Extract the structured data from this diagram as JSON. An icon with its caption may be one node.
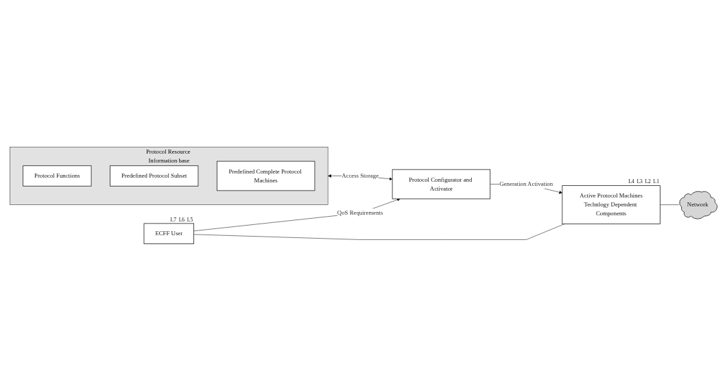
{
  "diagram": {
    "nodes": [
      {
        "text": [
          "Protocol Resource Information base"
        ]
      },
      {
        "text": [
          "Protocol Functions"
        ],
        "in": 0
      },
      {
        "text": [
          "Predefined Protocol Subset"
        ],
        "in": 0
      },
      {
        "text": [
          "Predefined Complete Protocol Machines"
        ],
        "in": 0
      },
      {
        "text": [
          "Protocol Configurator and Activator"
        ]
      },
      {
        "text": [
          "ECFF User"
        ],
        "beside": [
          "L7",
          "L6",
          "L5"
        ]
      },
      {
        "text": [
          "Active Protocol Machines",
          "Technlogy Dependent Components"
        ],
        "beside": [
          "L4",
          "L3",
          "L2",
          "L1"
        ]
      },
      {
        "text": [
          "Network"
        ]
      }
    ],
    "edges": [
      {
        "from": 0,
        "to": 4,
        "arrow": "both",
        "label": "Access Storage"
      },
      {
        "from": 4,
        "to": 6,
        "arrow": "to",
        "label": "Generation Activation"
      },
      {
        "from": 5,
        "to": 4,
        "arrow": "to",
        "label": "QoS Requirements"
      },
      {
        "from": 5,
        "to": 6,
        "arrow": "none"
      },
      {
        "from": 6,
        "to": 7,
        "arrow": "none"
      }
    ]
  }
}
